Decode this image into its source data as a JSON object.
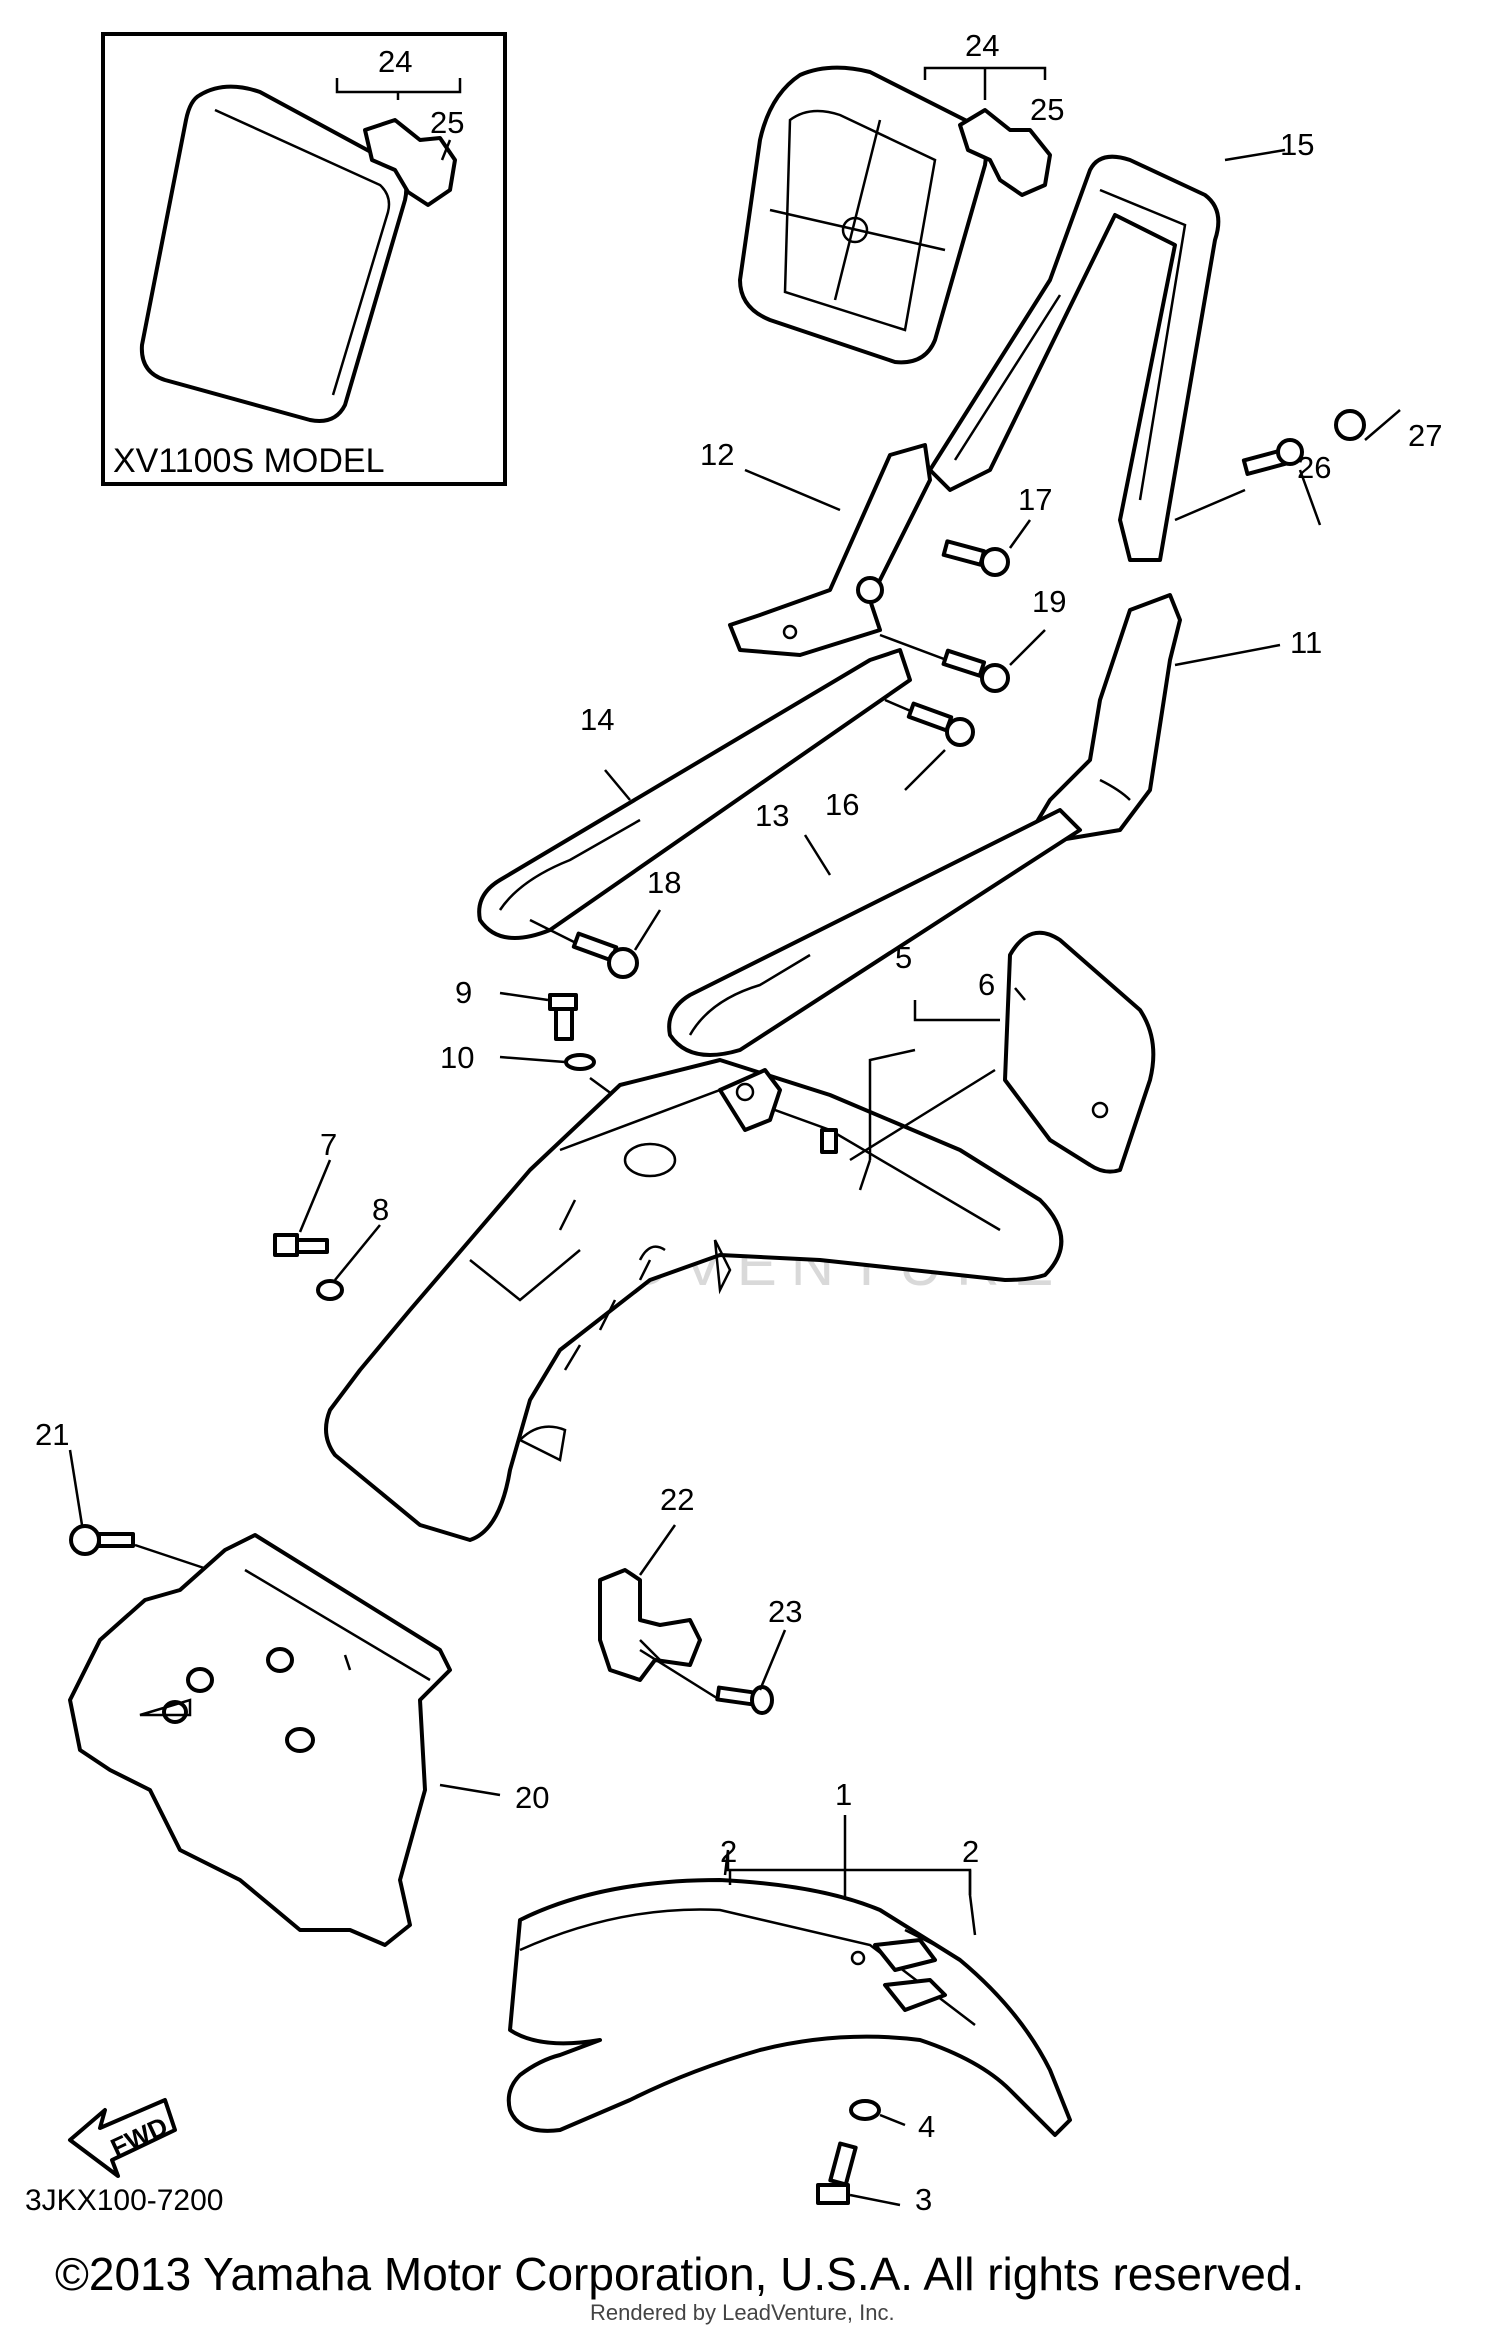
{
  "inset": {
    "label": "XV1100S MODEL"
  },
  "callouts": {
    "c1": "1",
    "c2a": "2",
    "c2b": "2",
    "c3": "3",
    "c4": "4",
    "c5": "5",
    "c6": "6",
    "c7": "7",
    "c8": "8",
    "c9": "9",
    "c10": "10",
    "c11": "11",
    "c12": "12",
    "c13": "13",
    "c14": "14",
    "c15": "15",
    "c16": "16",
    "c17": "17",
    "c18": "18",
    "c19": "19",
    "c20": "20",
    "c21": "21",
    "c22": "22",
    "c23": "23",
    "c24a": "24",
    "c24b": "24",
    "c25a": "25",
    "c25b": "25",
    "c26": "26",
    "c27": "27"
  },
  "direction_badge": "FWD",
  "diagram_code": "3JKX100-7200",
  "watermark": "LEADVENTURE",
  "copyright": "©2013 Yamaha Motor Corporation, U.S.A. All rights reserved.",
  "rendered_by": "Rendered by LeadVenture, Inc."
}
